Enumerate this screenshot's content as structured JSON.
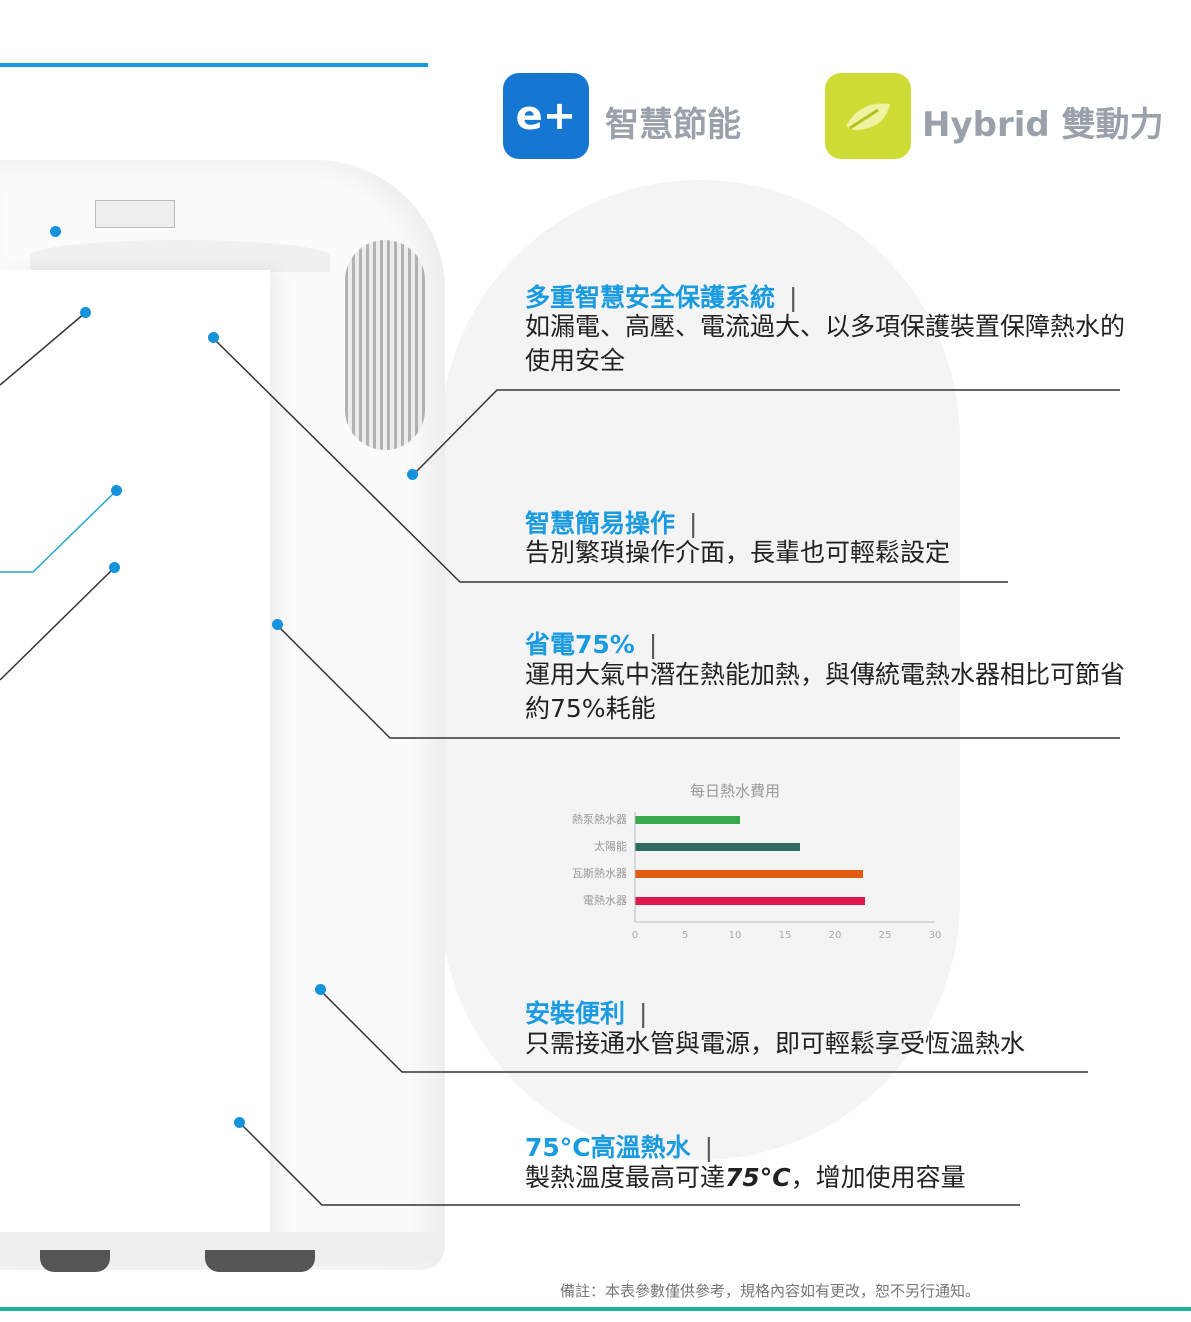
{
  "badges": {
    "eplus_text": "e+",
    "eplus_label": "智慧節能",
    "hybrid_label": "Hybrid 雙動力"
  },
  "colors": {
    "accent_blue": "#1a9be0",
    "accent_teal": "#1db394",
    "eplus_bg": "#1677d2",
    "hybrid_bg": "#cfdc36"
  },
  "features": [
    {
      "title": "多重智慧安全保護系統",
      "sep": "|",
      "desc": "如漏電、高壓、電流過大、以多項保護裝置保障熱水的使用安全"
    },
    {
      "title": "智慧簡易操作",
      "sep": "|",
      "desc": "告別繁瑣操作介面，長輩也可輕鬆設定"
    },
    {
      "title": "省電75%",
      "sep": "|",
      "desc": "運用大氣中潛在熱能加熱，與傳統電熱水器相比可節省約75%耗能"
    },
    {
      "title": "安裝便利",
      "sep": "|",
      "desc": "只需接通水管與電源，即可輕鬆享受恆溫熱水"
    },
    {
      "title": "75°C高溫熱水",
      "sep": "|",
      "desc_pre": "製熱溫度最高可達",
      "desc_em": "75°C",
      "desc_post": "，增加使用容量"
    }
  ],
  "chart_data": {
    "type": "bar",
    "title": "每日熱水費用",
    "categories": [
      "熱泵熱水器",
      "太陽能",
      "瓦斯熱水器",
      "電熱水器"
    ],
    "values": [
      10.5,
      16.5,
      22.8,
      23.0
    ],
    "colors": [
      "#3aa84c",
      "#2f6b5e",
      "#e05a10",
      "#e0174a"
    ],
    "xticks": [
      "0",
      "5",
      "10",
      "15",
      "20",
      "25",
      "30"
    ],
    "xlim": [
      0,
      30
    ],
    "grid": false
  },
  "footnote": "備註：本表參數僅供參考，規格內容如有更改，恕不另行通知。"
}
